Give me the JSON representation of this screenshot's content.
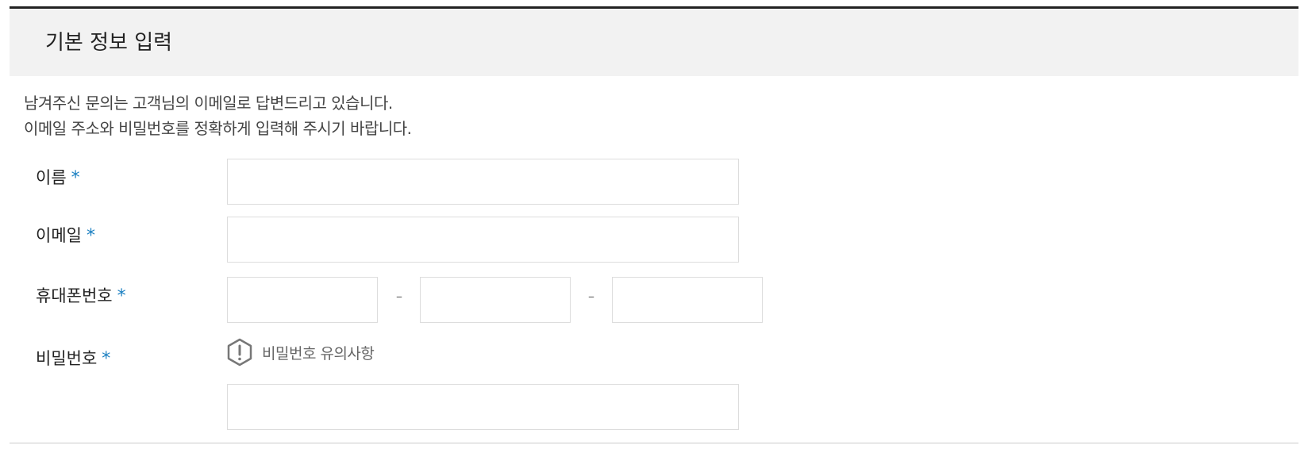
{
  "section": {
    "title": "기본 정보 입력",
    "intro_line1": "남겨주신 문의는 고객님의 이메일로 답변드리고 있습니다.",
    "intro_line2": "이메일 주소와 비밀번호를 정확하게 입력해 주시기 바랍니다."
  },
  "form": {
    "required_mark": "*",
    "name": {
      "label": "이름",
      "value": ""
    },
    "email": {
      "label": "이메일",
      "value": ""
    },
    "phone": {
      "label": "휴대폰번호",
      "separator": "–",
      "part1": "",
      "part2": "",
      "part3": ""
    },
    "password": {
      "label": "비밀번호",
      "notice_icon": "exclamation-hexagon-icon",
      "notice_text": "비밀번호 유의사항",
      "value": ""
    }
  },
  "colors": {
    "required_star": "#1a7fc1",
    "header_bg": "#f2f2f2",
    "top_border": "#222222",
    "input_border": "#dddddd"
  }
}
